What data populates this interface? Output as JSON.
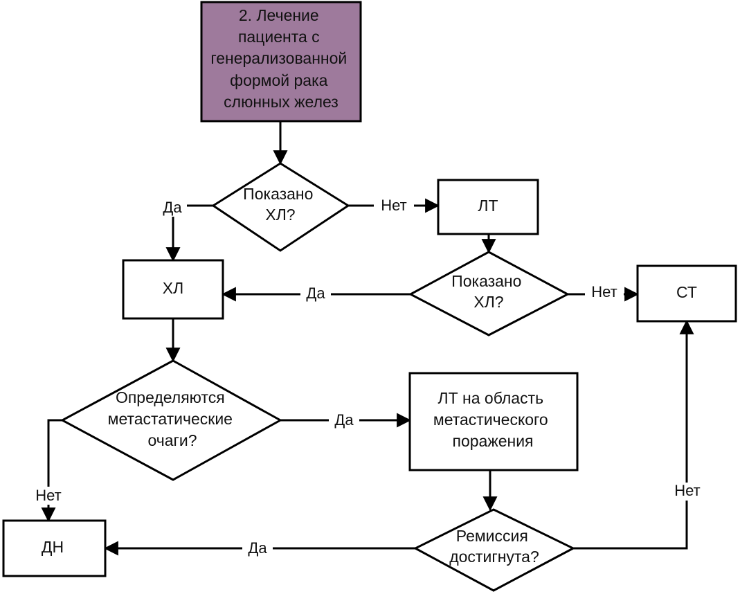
{
  "colors": {
    "start_fill": "#9E7A9C",
    "stroke": "#000000",
    "background": "#FFFFFF"
  },
  "nodes": {
    "start": {
      "lines": [
        "2. Лечение",
        "пациента с",
        "генерализованной",
        "формой рака",
        "слюнных желез"
      ]
    },
    "decision_chemo_1": {
      "lines": [
        "Показано",
        "ХЛ?"
      ]
    },
    "rt_box": {
      "lines": [
        "ЛТ"
      ]
    },
    "chemo_box": {
      "lines": [
        "ХЛ"
      ]
    },
    "decision_chemo_2": {
      "lines": [
        "Показано",
        "ХЛ?"
      ]
    },
    "st_box": {
      "lines": [
        "СТ"
      ]
    },
    "decision_metastases": {
      "lines": [
        "Определяются",
        "метастатические",
        "очаги?"
      ]
    },
    "rt_metastases_box": {
      "lines": [
        "ЛТ на область",
        "метастического",
        "поражения"
      ]
    },
    "dn_box": {
      "lines": [
        "ДН"
      ]
    },
    "decision_remission": {
      "lines": [
        "Ремиссия",
        "достигнута?"
      ]
    }
  },
  "edges": {
    "d1_yes": "Да",
    "d1_no": "Нет",
    "d2_yes": "Да",
    "d2_no": "Нет",
    "d3_yes": "Да",
    "d3_no": "Нет",
    "d4_yes": "Да",
    "d4_no": "Нет"
  }
}
